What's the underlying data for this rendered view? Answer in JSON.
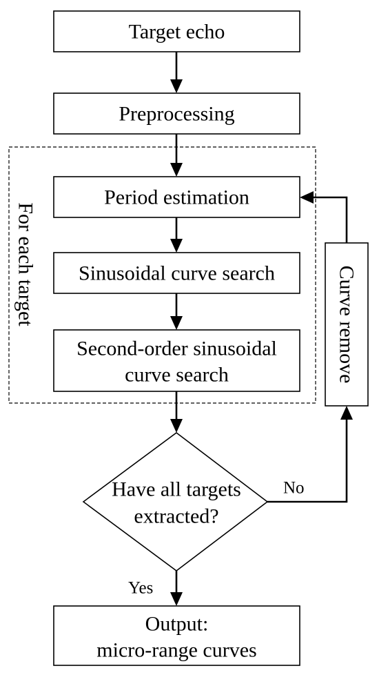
{
  "nodes": {
    "target_echo": "Target echo",
    "preprocessing": "Preprocessing",
    "period_estimation": "Period estimation",
    "sinusoidal_search": "Sinusoidal curve search",
    "second_order_line1": "Second-order sinusoidal",
    "second_order_line2": "curve search",
    "decision_line1": "Have all targets",
    "decision_line2": "extracted?",
    "output_line1": "Output:",
    "output_line2": "micro-range curves",
    "curve_remove": "Curve remove"
  },
  "group": {
    "label": "For each target"
  },
  "edges": {
    "no": "No",
    "yes": "Yes"
  }
}
